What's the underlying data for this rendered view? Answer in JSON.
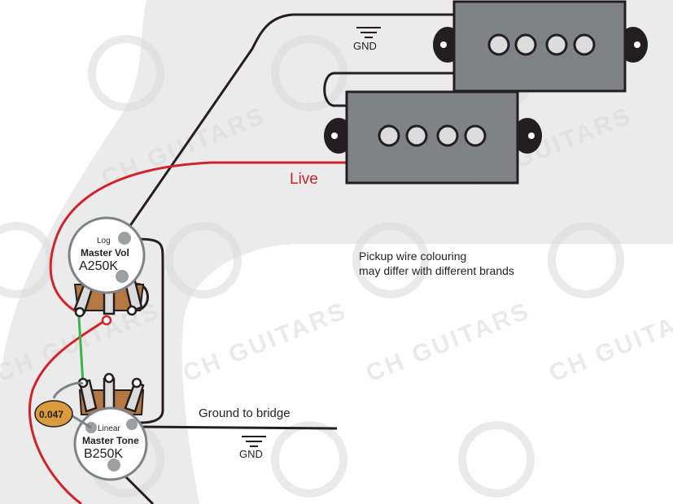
{
  "labels": {
    "gnd_top": "GND",
    "gnd_bottom": "GND",
    "live": "Live",
    "note_line1": "Pickup wire colouring",
    "note_line2": "may differ with different brands",
    "ground_to_bridge": "Ground to bridge"
  },
  "vol_pot": {
    "taper": "Log",
    "name": "Master Vol",
    "value": "A250K"
  },
  "tone_pot": {
    "taper": "Linear",
    "name": "Master Tone",
    "value": "B250K"
  },
  "capacitor": {
    "value": "0.047"
  },
  "watermark": {
    "text": "CH GUITARS"
  },
  "colors": {
    "body": "#ebebec",
    "pickup": "#808285",
    "pickup_outline": "#231f20",
    "ground_wire": "#231f20",
    "live_wire": "#d2232a",
    "link_wire": "#39b54a",
    "pot_lug": "#b67843",
    "capacitor": "#d99b3b",
    "live_text": "#c1272d"
  }
}
